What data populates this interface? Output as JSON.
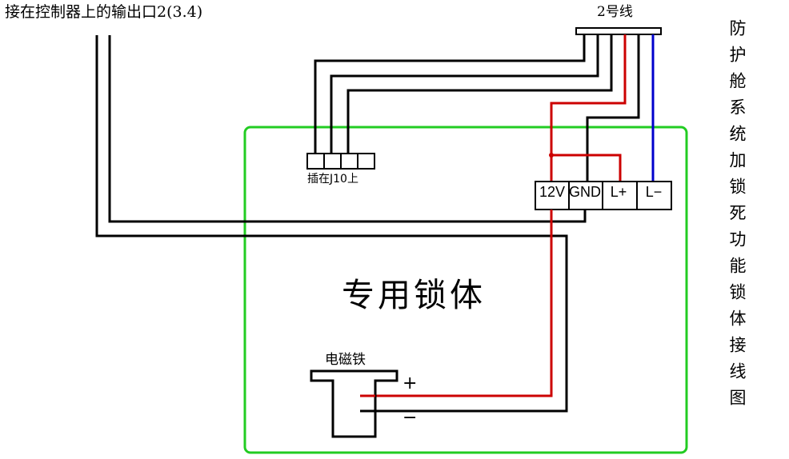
{
  "labels": {
    "controller_output": "接在控制器上的输出口2(3.4)",
    "cable_2": "2号线",
    "j10_connector": "插在J10上",
    "lock_body": "专用锁体",
    "electromagnet": "电磁铁",
    "plus_sign": "+",
    "minus_sign": "−"
  },
  "terminals": [
    "12V",
    "GND",
    "L+",
    "L−"
  ],
  "vertical_title": "防护舱系统加锁死功能锁体接线图",
  "colors": {
    "wire_black": "#000000",
    "wire_red": "#cc0000",
    "wire_blue": "#0000cc",
    "box_green": "#22cc22"
  }
}
